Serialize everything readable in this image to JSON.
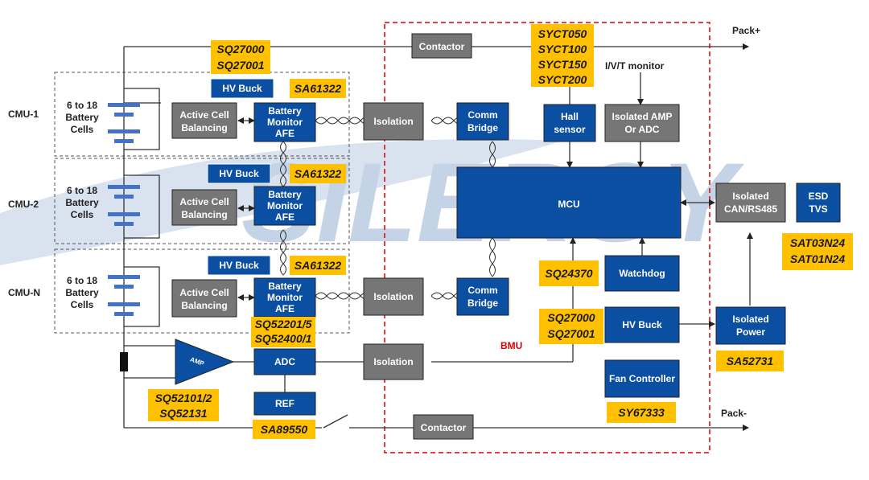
{
  "watermark": {
    "text": "SILERGY",
    "color": "#c5d3e6"
  },
  "colors": {
    "blue_block": "#0b4fa2",
    "gray_block": "#767676",
    "part_label": "#ffc000",
    "bmu_border": "#e00000",
    "line": "#333333"
  },
  "cmu": {
    "cmu1_label": "CMU-1",
    "cmu2_label": "CMU-2",
    "cmun_label": "CMU-N",
    "cells_l1": "6 to 18",
    "cells_l2": "Battery",
    "cells_l3": "Cells"
  },
  "blocks": {
    "hv_buck": "HV Buck",
    "active_l1": "Active Cell",
    "active_l2": "Balancing",
    "afe_l1": "Battery",
    "afe_l2": "Monitor",
    "afe_l3": "AFE",
    "isolation": "Isolation",
    "comm_l1": "Comm",
    "comm_l2": "Bridge",
    "contactor": "Contactor",
    "hall_l1": "Hall",
    "hall_l2": "sensor",
    "iso_amp_l1": "Isolated AMP",
    "iso_amp_l2": "Or ADC",
    "mcu": "MCU",
    "iso_can_l1": "Isolated",
    "iso_can_l2": "CAN/RS485",
    "esd_l1": "ESD",
    "esd_l2": "TVS",
    "watchdog": "Watchdog",
    "hv_buck_bmu": "HV Buck",
    "iso_power_l1": "Isolated",
    "iso_power_l2": "Power",
    "fan": "Fan Controller",
    "adc": "ADC",
    "ref": "REF",
    "amp": "AMP"
  },
  "labels": {
    "pack_plus": "Pack+",
    "pack_minus": "Pack-",
    "ivt": "I/V/T monitor",
    "bmu": "BMU"
  },
  "parts": {
    "sq27000": "SQ27000",
    "sq27001": "SQ27001",
    "sa61322": "SA61322",
    "sq52201": "SQ52201/5",
    "sq52400": "SQ52400/1",
    "sq52101": "SQ52101/2",
    "sq52131": "SQ52131",
    "sa89550": "SA89550",
    "sy_l1": "SYCT050",
    "sy_l2": "SYCT100",
    "sy_l3": "SYCT150",
    "sy_l4": "SYCT200",
    "sq24370": "SQ24370",
    "sy67333": "SY67333",
    "sa52731": "SA52731",
    "sat03": "SAT03N24",
    "sat01": "SAT01N24"
  }
}
